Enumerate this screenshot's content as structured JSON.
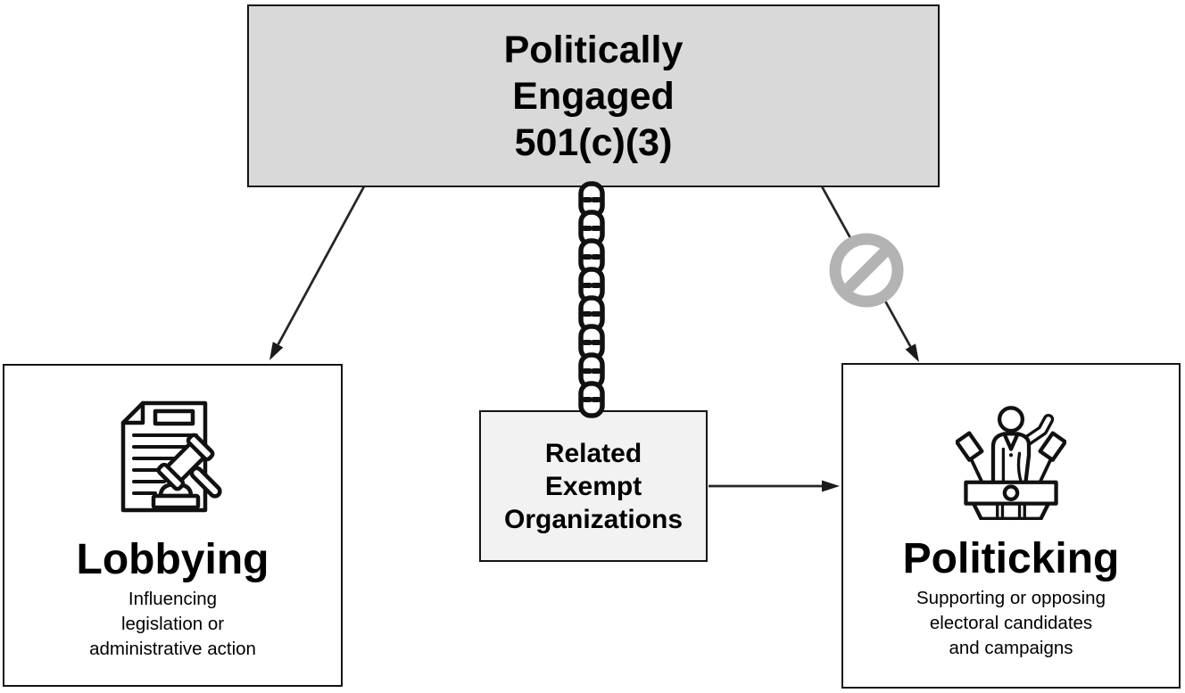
{
  "diagram": {
    "top_box": {
      "lines": [
        "Politically",
        "Engaged",
        "501(c)(3)"
      ]
    },
    "related_box": {
      "lines": [
        "Related",
        "Exempt",
        "Organizations"
      ]
    },
    "lobbying": {
      "title": "Lobbying",
      "subtitle_lines": [
        "Influencing",
        "legislation or",
        "administrative action"
      ],
      "icon": "document-gavel-icon"
    },
    "politicking": {
      "title": "Politicking",
      "subtitle_lines": [
        "Supporting or opposing",
        "electoral candidates",
        "and campaigns"
      ],
      "icon": "podium-speaker-icon"
    },
    "connectors": {
      "top_to_lobbying": "arrow",
      "top_to_politicking": "arrow-with-prohibition",
      "top_to_related": "chain-link",
      "related_to_politicking": "arrow",
      "prohibition_icon": "no-symbol-icon",
      "chain_icon": "chain-icon"
    },
    "colors": {
      "top_box_fill": "#d9d9d9",
      "related_box_fill": "#f2f2f2",
      "box_fill": "#ffffff",
      "border": "#141414",
      "text": "#000000",
      "arrow": "#262626",
      "prohibition_gray": "#b3b3b3"
    }
  }
}
